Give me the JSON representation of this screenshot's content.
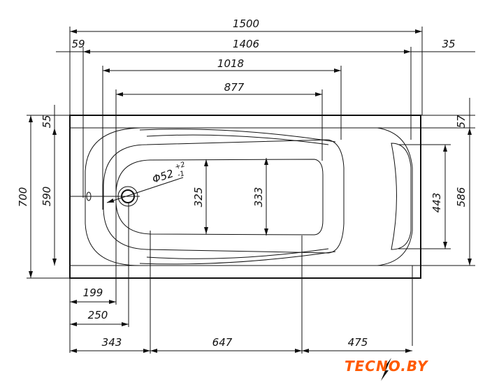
{
  "drawing": {
    "overall_length": "1500",
    "inner_length_1406": "1406",
    "left_offset": "59",
    "right_offset": "35",
    "length_1018": "1018",
    "length_877": "877",
    "overall_width": "700",
    "width_590": "590",
    "top_rim": "55",
    "right_top_rim": "57",
    "right_width": "586",
    "headrest_width": "443",
    "basin_width_325": "325",
    "basin_width_333": "333",
    "drain_diameter": "Φ52",
    "drain_tol_plus": "+2",
    "drain_tol_minus": "-1",
    "drain_pos_199": "199",
    "drain_pos_250": "250",
    "bottom_343": "343",
    "bottom_647": "647",
    "bottom_475": "475"
  },
  "brand": {
    "logo_text": "TECNO.BY",
    "color": "#ff5a00"
  }
}
